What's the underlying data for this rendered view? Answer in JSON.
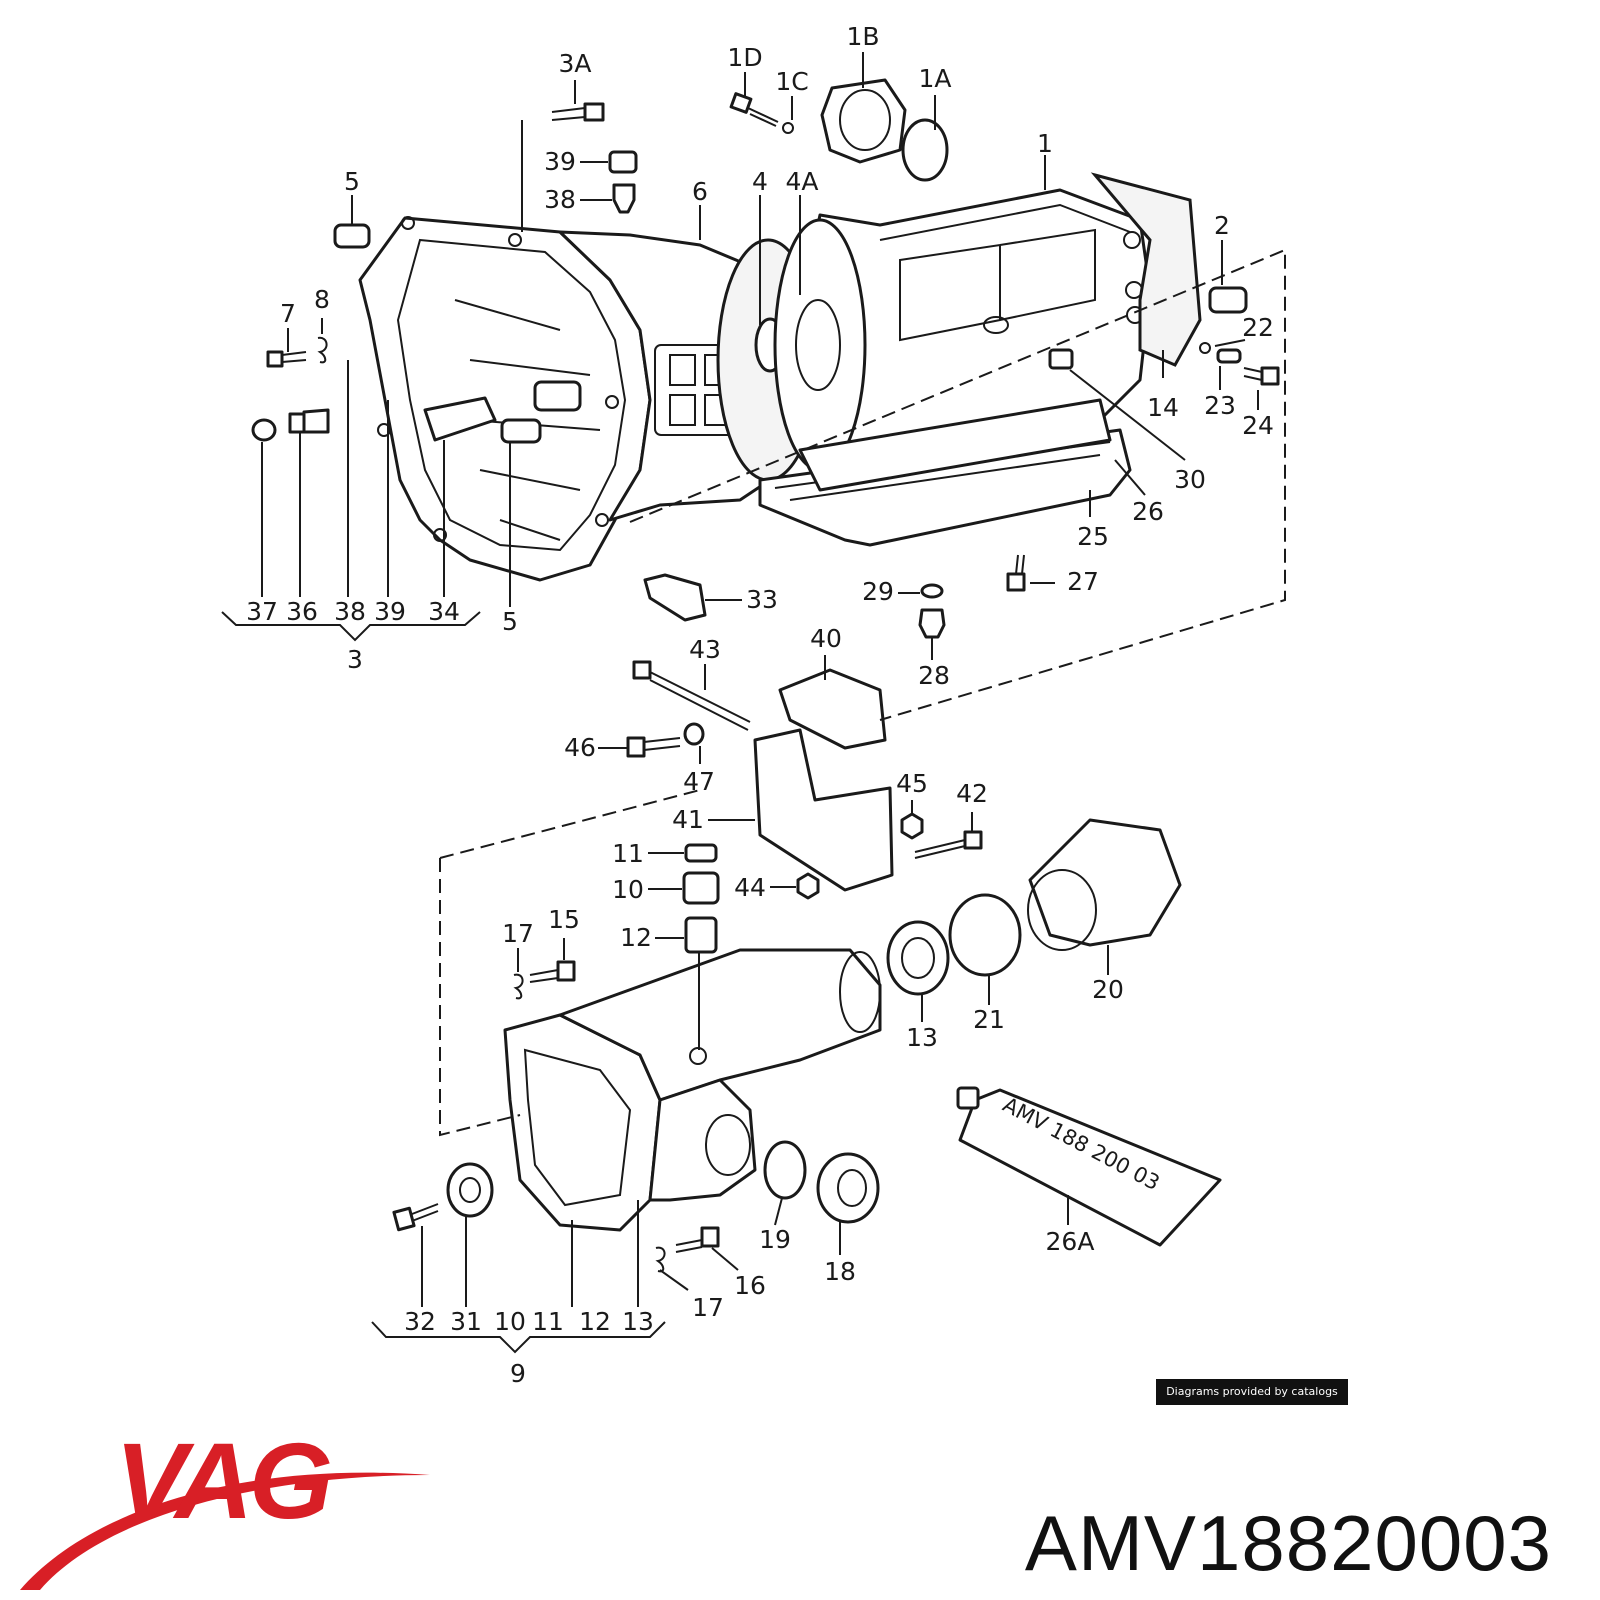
{
  "diagram": {
    "labels": [
      {
        "id": "l1",
        "text": "1"
      },
      {
        "id": "l1A",
        "text": "1A"
      },
      {
        "id": "l1B",
        "text": "1B"
      },
      {
        "id": "l1C",
        "text": "1C"
      },
      {
        "id": "l1D",
        "text": "1D"
      },
      {
        "id": "l2",
        "text": "2"
      },
      {
        "id": "l3A",
        "text": "3A"
      },
      {
        "id": "l4",
        "text": "4"
      },
      {
        "id": "l4A",
        "text": "4A"
      },
      {
        "id": "l5a",
        "text": "5"
      },
      {
        "id": "l6",
        "text": "6"
      },
      {
        "id": "l7",
        "text": "7"
      },
      {
        "id": "l8",
        "text": "8"
      },
      {
        "id": "l39a",
        "text": "39"
      },
      {
        "id": "l38a",
        "text": "38"
      },
      {
        "id": "l22",
        "text": "22"
      },
      {
        "id": "l14",
        "text": "14"
      },
      {
        "id": "l23",
        "text": "23"
      },
      {
        "id": "l24",
        "text": "24"
      },
      {
        "id": "l30",
        "text": "30"
      },
      {
        "id": "l26",
        "text": "26"
      },
      {
        "id": "l25",
        "text": "25"
      },
      {
        "id": "l27",
        "text": "27"
      },
      {
        "id": "l29",
        "text": "29"
      },
      {
        "id": "l28",
        "text": "28"
      },
      {
        "id": "l33",
        "text": "33"
      },
      {
        "id": "l37",
        "text": "37"
      },
      {
        "id": "l36",
        "text": "36"
      },
      {
        "id": "l38b",
        "text": "38"
      },
      {
        "id": "l39b",
        "text": "39"
      },
      {
        "id": "l34",
        "text": "34"
      },
      {
        "id": "l5b",
        "text": "5"
      },
      {
        "id": "l3",
        "text": "3"
      },
      {
        "id": "l43",
        "text": "43"
      },
      {
        "id": "l40",
        "text": "40"
      },
      {
        "id": "l46",
        "text": "46"
      },
      {
        "id": "l47",
        "text": "47"
      },
      {
        "id": "l41",
        "text": "41"
      },
      {
        "id": "l45",
        "text": "45"
      },
      {
        "id": "l42",
        "text": "42"
      },
      {
        "id": "l11a",
        "text": "11"
      },
      {
        "id": "l10a",
        "text": "10"
      },
      {
        "id": "l44",
        "text": "44"
      },
      {
        "id": "l12a",
        "text": "12"
      },
      {
        "id": "l17a",
        "text": "17"
      },
      {
        "id": "l15",
        "text": "15"
      },
      {
        "id": "l13a",
        "text": "13"
      },
      {
        "id": "l21",
        "text": "21"
      },
      {
        "id": "l20",
        "text": "20"
      },
      {
        "id": "l19",
        "text": "19"
      },
      {
        "id": "l18",
        "text": "18"
      },
      {
        "id": "l16",
        "text": "16"
      },
      {
        "id": "l17b",
        "text": "17"
      },
      {
        "id": "l26A",
        "text": "26A"
      },
      {
        "id": "l32",
        "text": "32"
      },
      {
        "id": "l31",
        "text": "31"
      },
      {
        "id": "l10b",
        "text": "10"
      },
      {
        "id": "l11b",
        "text": "11"
      },
      {
        "id": "l12b",
        "text": "12"
      },
      {
        "id": "l13b",
        "text": "13"
      },
      {
        "id": "l9",
        "text": "9"
      }
    ],
    "tube_text": "AMV 188 200 03"
  },
  "credit": "Diagrams provided by catalogs parts",
  "brand": {
    "logo_text": "VAG",
    "color": "#d81f26"
  },
  "part_number": "AMV18820003"
}
